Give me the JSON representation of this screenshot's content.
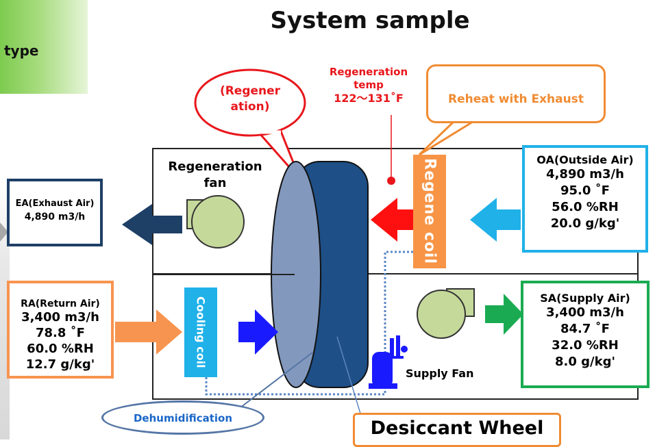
{
  "title": "System sample",
  "type_label": "type",
  "ea": {
    "header": "EA(Exhaust Air)",
    "lines": [
      "4,890 m3/h"
    ]
  },
  "oa": {
    "header": "OA(Outside Air)",
    "lines": [
      "4,890 m3/h",
      "95.0 ˚F",
      "56.0 %RH",
      "20.0 g/kg'"
    ]
  },
  "ra": {
    "header": "RA(Return Air)",
    "lines": [
      "3,400 m3/h",
      "78.8 ˚F",
      "60.0 %RH",
      "12.7 g/kg'"
    ]
  },
  "sa": {
    "header": "SA(Supply Air)",
    "lines": [
      "3,400 m3/h",
      "84.7 ˚F",
      "32.0 %RH",
      "8.0 g/kg'"
    ]
  },
  "regeneration_fan": [
    "Regeneration",
    "fan"
  ],
  "regeneration_bubble": [
    "(Regener",
    "ation)"
  ],
  "regeneration_temp": {
    "label1": "Regeneration",
    "label2": "temp",
    "value": "122～131˚F"
  },
  "reheat_label": "Reheat with Exhaust",
  "regene_coil": "Regene coil",
  "cooling_coil": "Cooling coil",
  "supply_fan": "Supply Fan",
  "dehumidification": "Dehumidification",
  "desiccant_wheel": "Desiccant Wheel",
  "colors": {
    "exhaust": "#1e3f66",
    "outside": "#1fb1e8",
    "return": "#f7944f",
    "supply": "#1aab52",
    "regen_arrow": "#ff1010",
    "cool_arrow": "#1a1aff",
    "wheel_dark": "#1e4f86",
    "wheel_face": "#8298bd",
    "fan": "#c5d99b"
  }
}
